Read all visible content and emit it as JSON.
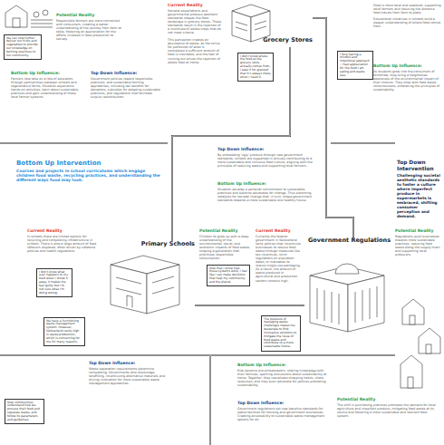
{
  "diagram": {
    "nodes": [
      {
        "text": [
          "We can now further deliver our fruits and vegetables to provide our knowledge on farming practices to our community."
        ]
      },
      {
        "text": [
          "Grocery Stores"
        ]
      },
      {
        "text": [
          "I don't know where the food at the grocery store actually comes from. I take it for granted that it's always there when I need it."
        ]
      },
      {
        "text": [
          "I love having a mindful and intentional approach - I feel appreciation for the food I am eating and waste less."
        ]
      },
      {
        "text": [
          "Primary Schools"
        ]
      },
      {
        "text": [
          "I don't know what ever happens to my food when I throw it away. It makes me feel guilty but I'm not sure what I'm doing wrong."
        ]
      },
      {
        "text": [
          "Now that I know how these systems work, I feel like I can make decisions that help my community and the planet."
        ]
      },
      {
        "text": [
          "Government Regulations"
        ]
      },
      {
        "text": [
          "The pressure of managing waste challenges makes me desperate to find innovative solutions to mitigate the issue of food waste and contribute to a more sustainable future."
        ]
      },
      {
        "text": [
          "We have a functioning waste management system. However, Switzerland ranks high in waste production, which is concerning for me for many reasons."
        ]
      },
      {
        "text": [
          "Now communities understand how we process their food and separate waste, and follow its parameters and guidelines."
        ]
      }
    ],
    "edges": [
      {
        "from": 1,
        "to": 4,
        "arrow": "none"
      },
      {
        "from": 1,
        "to": 7,
        "arrow": "none"
      },
      {
        "from": 4,
        "to": 7,
        "arrow": "none"
      }
    ],
    "labels": [
      "Potential Reality",
      "Responsible farmers are more connected with consumers, creating a better understanding of the journey from farm to table, fostering an appreciation for the efforts invested in food production to society.",
      "Bottom Up Influence:",
      "Farmers now take on a role of educators through partnerships between schools and regenerative farms. Students experience hands-on activities, learn about sustainable practices and gain understanding of these local farmer systems.",
      "Top Down Influence:",
      "Government policies reward responsible practices, and sustainable farming approaches, including tax benefits for donations, subsidies for adopting sustainable practices, and regulations that facilitate surplus redistribution.",
      "Current Reality",
      "Societal expectations and governmental produce aesthetic standards shapes the food landscape in grocery stores. These standards result in the rejection of a multitude of edible crops that do not meet criteria.",
      "This perception creates an abundance of waste, as the strive for perfection of what is considered a sufficient amount of food is inevitable, and the fear of running out drives the rejection of edible food at home.",
      "Food is more local and seasonal, supporting local farmers and reducing the distance food travels from farm to plate.",
      "Educational initiatives in schools build a deeper understanding of where food comes from.",
      "Bottom Up Influence:",
      "As students grow into the consumers of tomorrow, they bring a heightened awareness of the environmental impact of their choices. They shop with food waste consciousness, embracing the principles of sustainability.",
      "Top Down Influence:",
      "By embedding 'ugly' produce through new government standards, schools are supported in actively contributing to a more sustainable and inclusive food culture, aligning with the principles of reducing waste and supporting local farmers.",
      "Bottom Up Intervention",
      "Courses and projects in school curriculums which engage children food waste, recycling practices, and understanding the different ways food may look.",
      "Bottom Up Influence:",
      "Students develop a personal commitment to sustainable practices and become advocates for change. Thus becoming catalysts for societal change that, in turn, shape government standards towards a more sustainable and healthy future.",
      "Top Down Intervention",
      "Challenging societal aesthetic standards to foster a culture where imperfect produce in supermarkets is embraced, shifting consumer perception and demand.",
      "Current Reality",
      "In schools there are limited options for recycling and composting infrastructure in schools. There is also a large amount of food leftovers disposed, often driven by cafeteria policies and health regulations.",
      "Potential Reality",
      "Children to grow up with a deep understanding of the environmental, social, and economic impacts of food waste, shaping a generation that prioritizes responsible consumption.",
      "Current Reality",
      "Currently the federal government in Switzerland lacks policies that incentivize businesses to reduce food waste through measures like tax incentives, strict regulations on expiration dates, or mandates to reduce single-use packaging. As a result, the amount of waste produced in agricultural and production sectors remains high.",
      "Potential Reality",
      "Regulations push businesses towards more sustainable practices, reducing food waste along the supply chain and supporting local producers.",
      "Top Down Influence:",
      "Waste separation requirements determine composting. Governments also discourage landfilling, incentivizing alternative materials and driving innovation for more sustainable waste management approaches.",
      "Bottom Up Influence:",
      "Kids become eco-ambassadors, sharing knowledge with their families, sparking discussions about sustainability at home. Together, they reevaluate shopping habits, share resources, and may even advocate for policies promoting sustainability.",
      "Top Down Influence:",
      "Government regulations set new baseline standards for waste facilities for housing and government businesses. Creating accessibility to sustainable waste management options for all.",
      "Potential Reality",
      "The shift in purchasing practices promotes the demand for local agriculture and imperfect produce, mitigating food waste at its source and fostering a more sustainable and resilient food system."
    ]
  }
}
